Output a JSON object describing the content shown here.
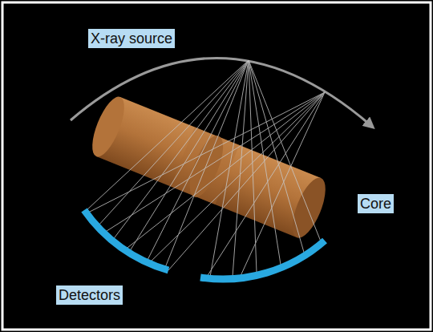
{
  "diagram": {
    "labels": [
      "X-ray source",
      "Core",
      "Detectors"
    ]
  }
}
